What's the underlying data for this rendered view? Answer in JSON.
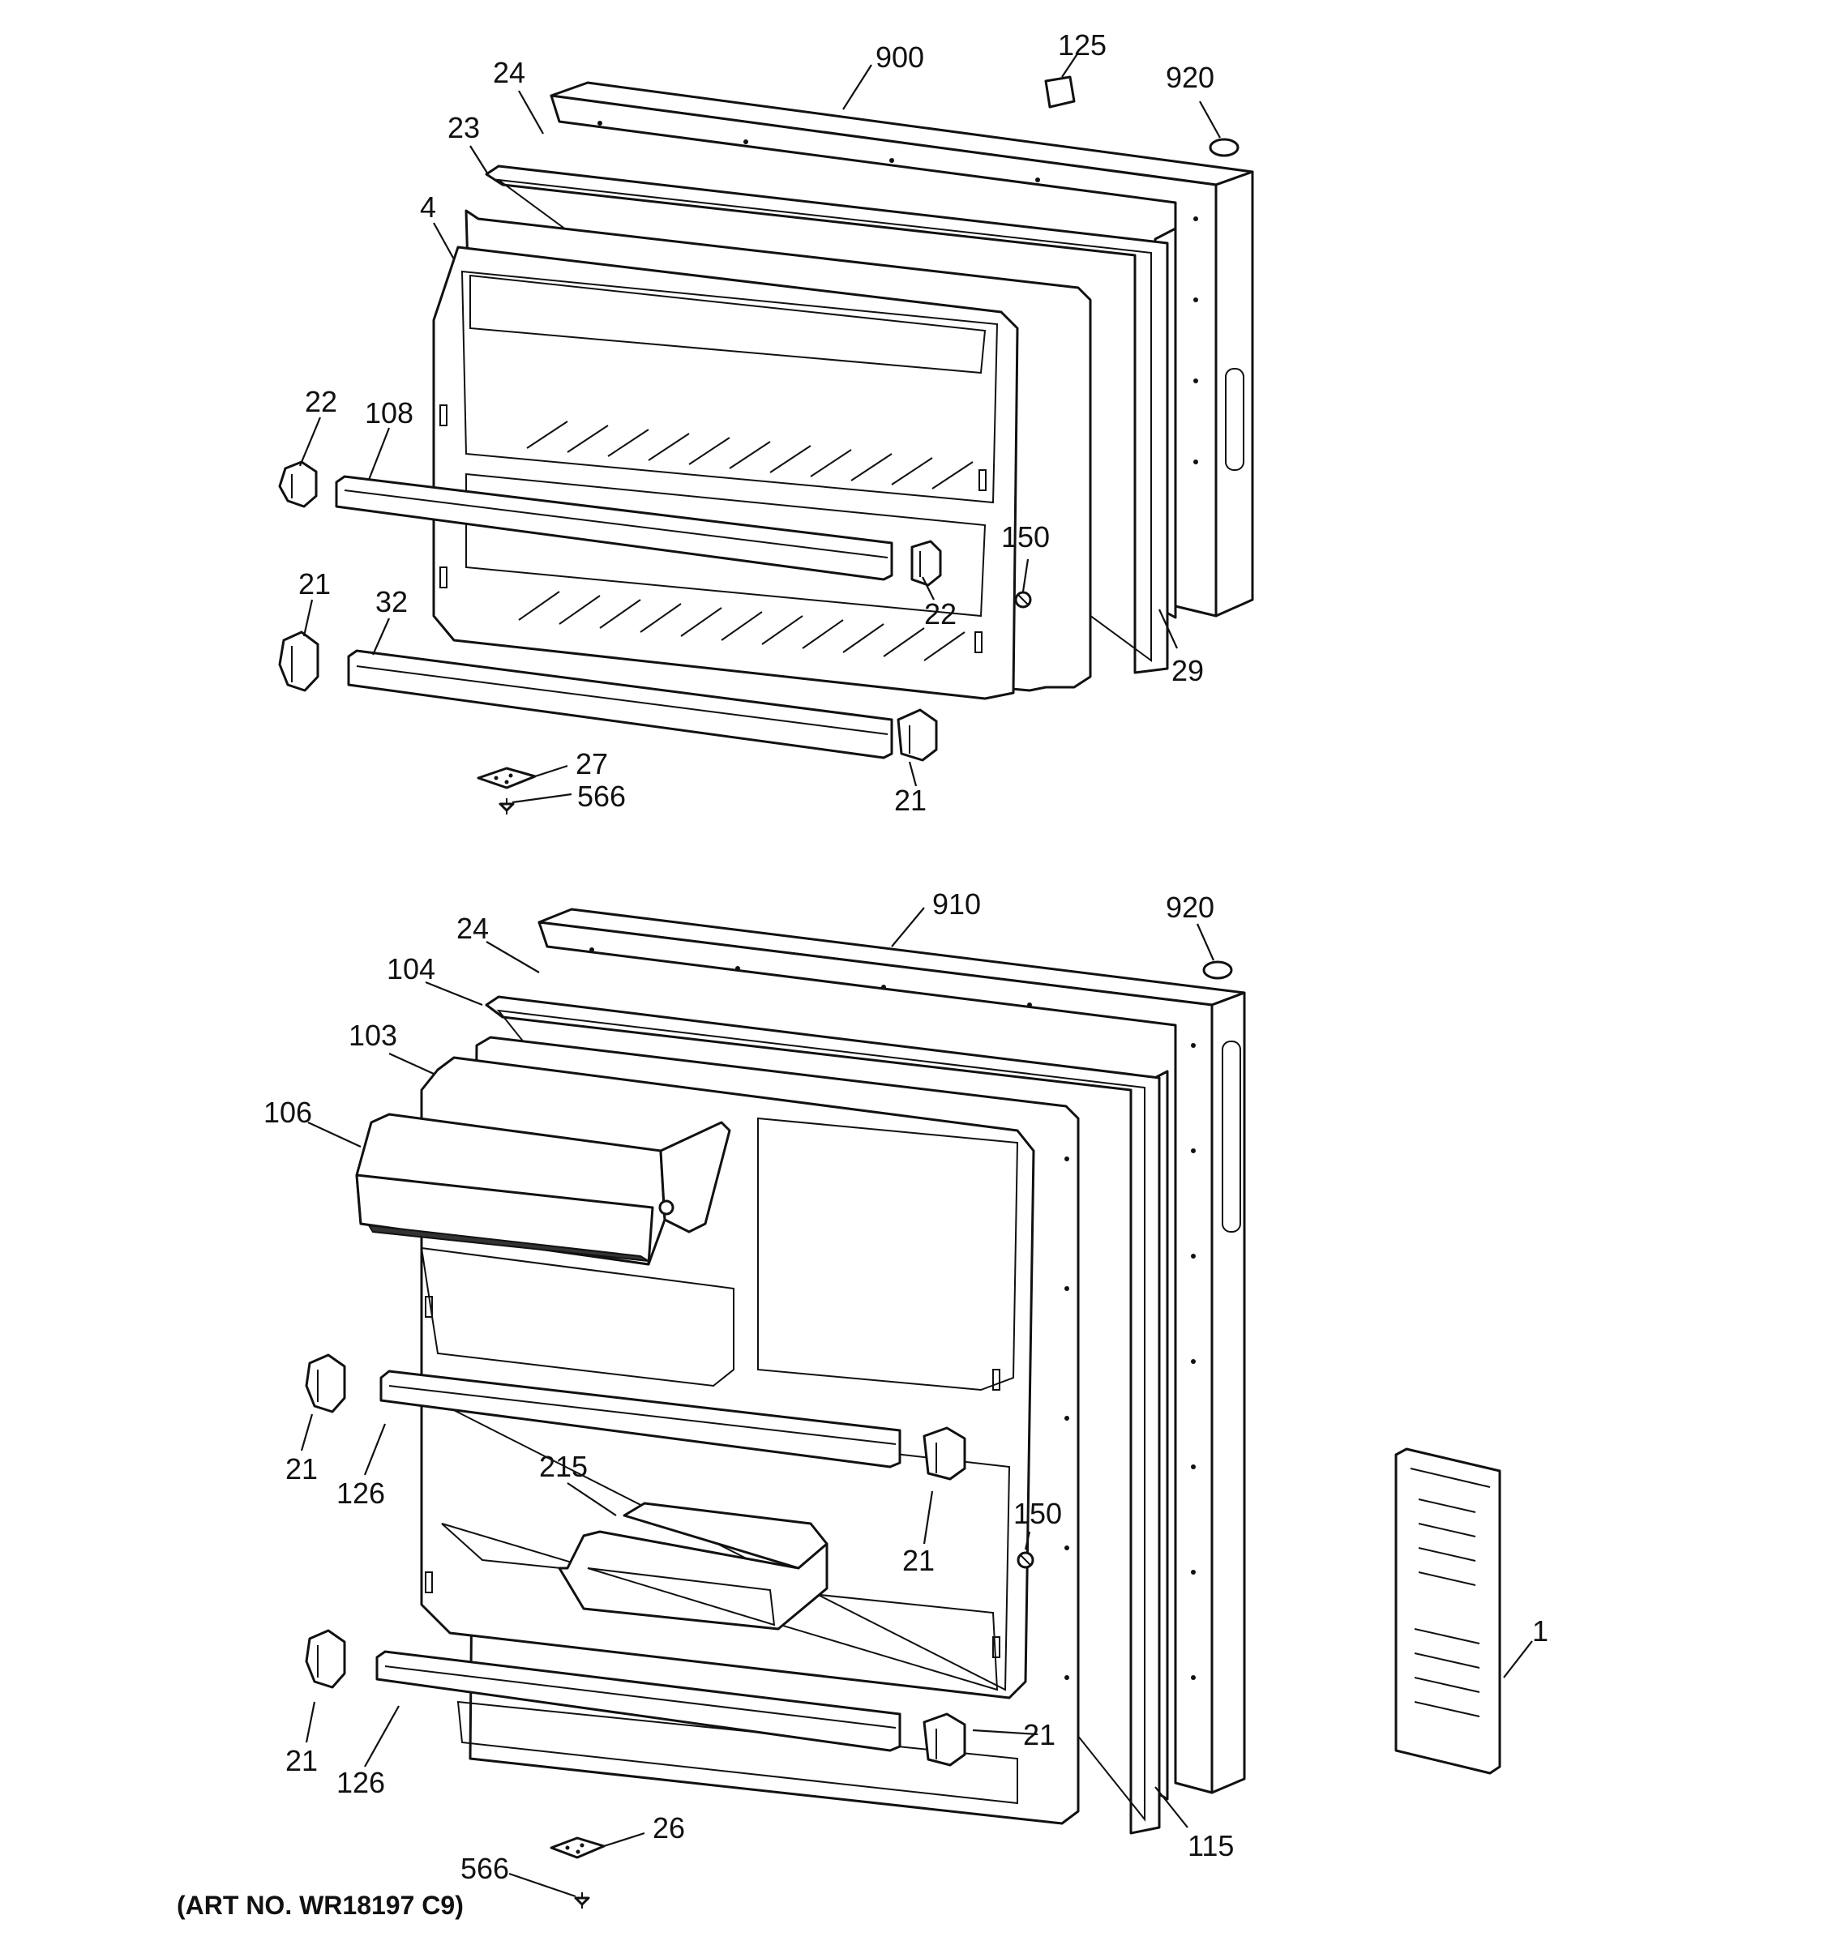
{
  "diagram": {
    "art_number": "(ART NO. WR18197 C9)",
    "callouts": {
      "freezer": [
        "900",
        "125",
        "920",
        "24",
        "23",
        "4",
        "22",
        "108",
        "150",
        "22",
        "21",
        "32",
        "29",
        "27",
        "566",
        "21"
      ],
      "fresh_food": [
        "910",
        "920",
        "24",
        "104",
        "103",
        "106",
        "21",
        "126",
        "215",
        "21",
        "150",
        "21",
        "126",
        "21",
        "26",
        "566",
        "115",
        "1"
      ]
    }
  }
}
